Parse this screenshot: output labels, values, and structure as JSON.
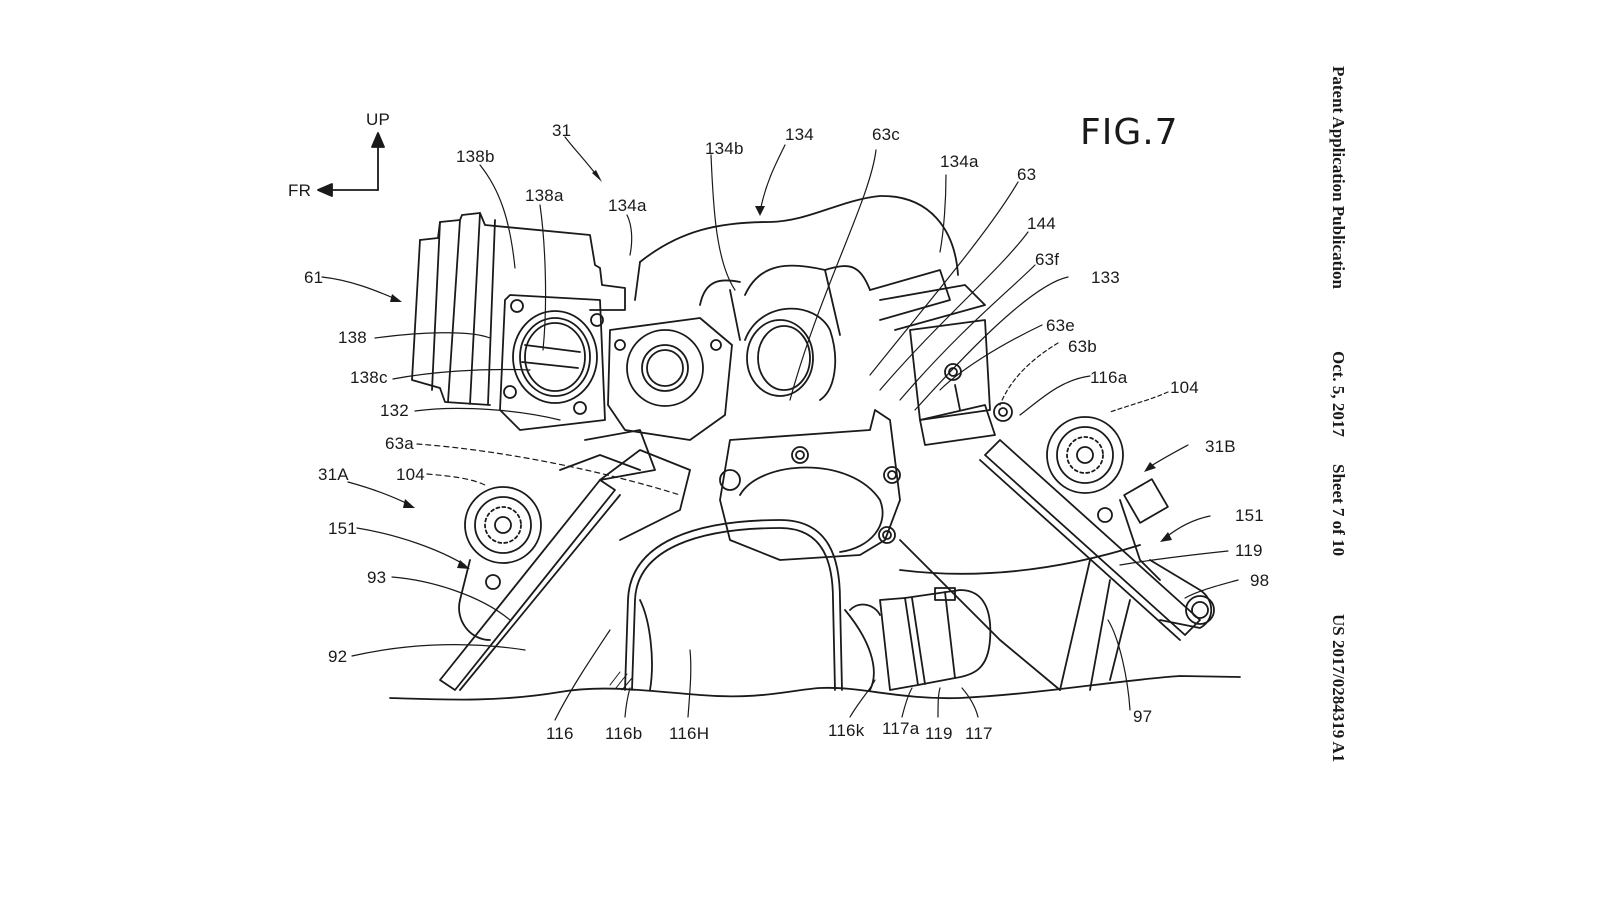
{
  "header": {
    "publication_type": "Patent Application Publication",
    "date": "Oct. 5, 2017",
    "sheet": "Sheet 7 of 10",
    "publication_number": "US 2017/0284319 A1"
  },
  "figure": {
    "title": "FIG.7",
    "orientation": {
      "up_label": "UP",
      "front_label": "FR"
    },
    "reference_labels": {
      "r31": "31",
      "r138b": "138b",
      "r138a": "138a",
      "r134a_left": "134a",
      "r134b": "134b",
      "r134": "134",
      "r63c": "63c",
      "r134a_right": "134a",
      "r63": "63",
      "r144": "144",
      "r63f": "63f",
      "r133": "133",
      "r63e": "63e",
      "r63b": "63b",
      "r116a": "116a",
      "r104_right": "104",
      "r31B": "31B",
      "r151_right": "151",
      "r119_right": "119",
      "r98": "98",
      "r97": "97",
      "r61": "61",
      "r138": "138",
      "r138c": "138c",
      "r132": "132",
      "r63a": "63a",
      "r31A": "31A",
      "r104_left": "104",
      "r151_left": "151",
      "r93": "93",
      "r92": "92",
      "r116": "116",
      "r116b": "116b",
      "r116H": "116H",
      "r116k": "116k",
      "r117a": "117a",
      "r119_bottom": "119",
      "r117": "117"
    }
  }
}
